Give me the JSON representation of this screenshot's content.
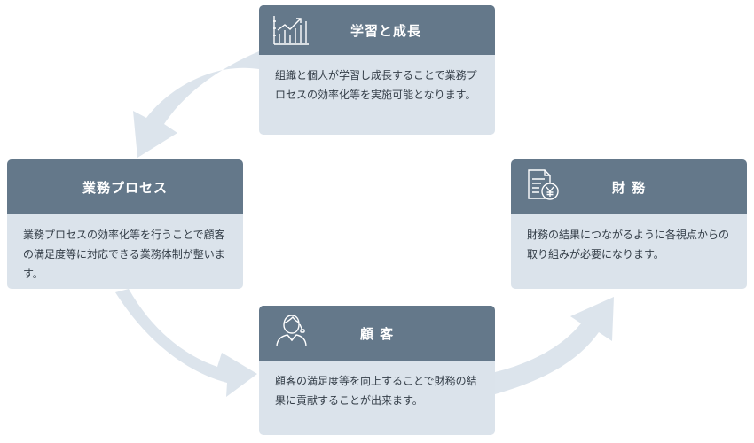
{
  "colors": {
    "header": "#64788a",
    "card_body": "#dbe3eb",
    "arrow": "#dce4ec",
    "text": "#333d47"
  },
  "cards": {
    "learning": {
      "title": "学習と成長",
      "icon": "growth-chart-icon",
      "text": "組織と個人が学習し成長することで業務プロセスの効率化等を実施可能となります。"
    },
    "process": {
      "title": "業務プロセス",
      "text": "業務プロセスの効率化等を行うことで顧客の満足度等に対応できる業務体制が整います。"
    },
    "finance": {
      "title": "財 務",
      "icon": "yen-document-icon",
      "text": "財務の結果につながるように各視点からの取り組みが必要になります。"
    },
    "customer": {
      "title": "顧 客",
      "icon": "customer-person-icon",
      "text": "顧客の満足度等を向上することで財務の結果に貢献することが出来ます。"
    }
  }
}
